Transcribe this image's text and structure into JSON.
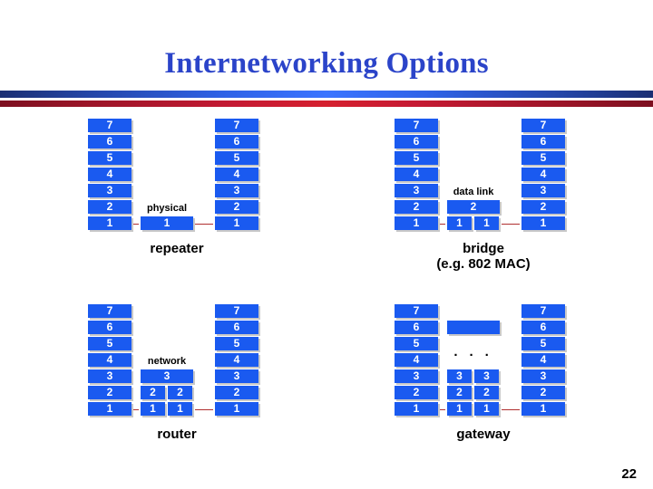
{
  "slide": {
    "title": "Internetworking Options",
    "page_number": "22",
    "title_color": "#2B44C9",
    "box_color": "#1A5AF0",
    "box_text_color": "#FFFFFF",
    "connector_color": "#B03030",
    "divider_blue": "#3A74FF",
    "divider_red": "#C51A33"
  },
  "layer_labels": [
    "7",
    "6",
    "5",
    "4",
    "3",
    "2",
    "1"
  ],
  "diagrams": [
    {
      "id": "repeater",
      "caption": "repeater",
      "caption_line2": "",
      "device_label": "physical",
      "left_stack": [
        "7",
        "6",
        "5",
        "4",
        "3",
        "2",
        "1"
      ],
      "right_stack": [
        "7",
        "6",
        "5",
        "4",
        "3",
        "2",
        "1"
      ],
      "device_rows": [
        {
          "type": "full",
          "labels": [
            "1"
          ]
        }
      ]
    },
    {
      "id": "bridge",
      "caption": "bridge",
      "caption_line2": "(e.g. 802 MAC)",
      "device_label": "data link",
      "left_stack": [
        "7",
        "6",
        "5",
        "4",
        "3",
        "2",
        "1"
      ],
      "right_stack": [
        "7",
        "6",
        "5",
        "4",
        "3",
        "2",
        "1"
      ],
      "device_rows": [
        {
          "type": "full",
          "labels": [
            "2"
          ]
        },
        {
          "type": "split",
          "labels": [
            "1",
            "1"
          ]
        }
      ]
    },
    {
      "id": "router",
      "caption": "router",
      "caption_line2": "",
      "device_label": "network",
      "left_stack": [
        "7",
        "6",
        "5",
        "4",
        "3",
        "2",
        "1"
      ],
      "right_stack": [
        "7",
        "6",
        "5",
        "4",
        "3",
        "2",
        "1"
      ],
      "device_rows": [
        {
          "type": "full",
          "labels": [
            "3"
          ]
        },
        {
          "type": "split",
          "labels": [
            "2",
            "2"
          ]
        },
        {
          "type": "split",
          "labels": [
            "1",
            "1"
          ]
        }
      ]
    },
    {
      "id": "gateway",
      "caption": "gateway",
      "caption_line2": "",
      "device_label": "",
      "ellipsis": "· · ·",
      "left_stack": [
        "7",
        "6",
        "5",
        "4",
        "3",
        "2",
        "1"
      ],
      "right_stack": [
        "7",
        "6",
        "5",
        "4",
        "3",
        "2",
        "1"
      ],
      "device_rows": [
        {
          "type": "full",
          "labels": [
            ""
          ]
        },
        {
          "type": "split",
          "labels": [
            "3",
            "3"
          ]
        },
        {
          "type": "split",
          "labels": [
            "2",
            "2"
          ]
        },
        {
          "type": "split",
          "labels": [
            "1",
            "1"
          ]
        }
      ]
    }
  ]
}
